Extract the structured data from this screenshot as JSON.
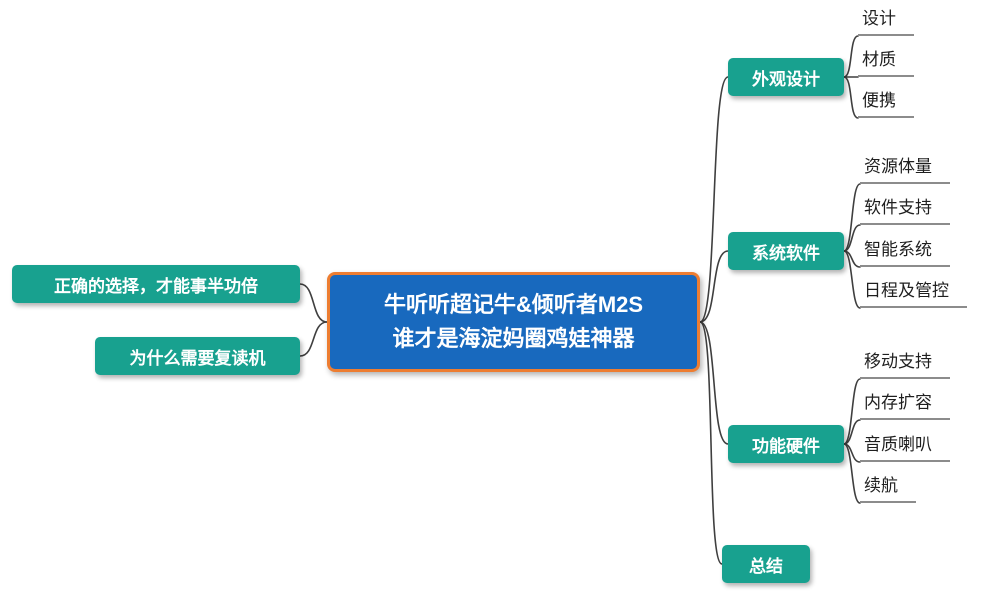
{
  "center": {
    "line1": "牛听听超记牛&倾听者M2S",
    "line2": "谁才是海淀妈圈鸡娃神器"
  },
  "left_nodes": [
    {
      "label": "正确的选择，才能事半功倍"
    },
    {
      "label": "为什么需要复读机"
    }
  ],
  "right_branches": [
    {
      "label": "外观设计",
      "children": [
        "设计",
        "材质",
        "便携"
      ]
    },
    {
      "label": "系统软件",
      "children": [
        "资源体量",
        "软件支持",
        "智能系统",
        "日程及管控"
      ]
    },
    {
      "label": "功能硬件",
      "children": [
        "移动支持",
        "内存扩容",
        "音质喇叭",
        "续航"
      ]
    },
    {
      "label": "总结",
      "children": []
    }
  ],
  "colors": {
    "branch_fill": "#18A18F",
    "center_fill": "#1869BE",
    "center_border": "#ED7D31",
    "connector": "#3F3F3F",
    "leaf_underline": "#8C8C8C",
    "node_text": "#FFFFFF",
    "leaf_text": "#1F1F1F"
  }
}
